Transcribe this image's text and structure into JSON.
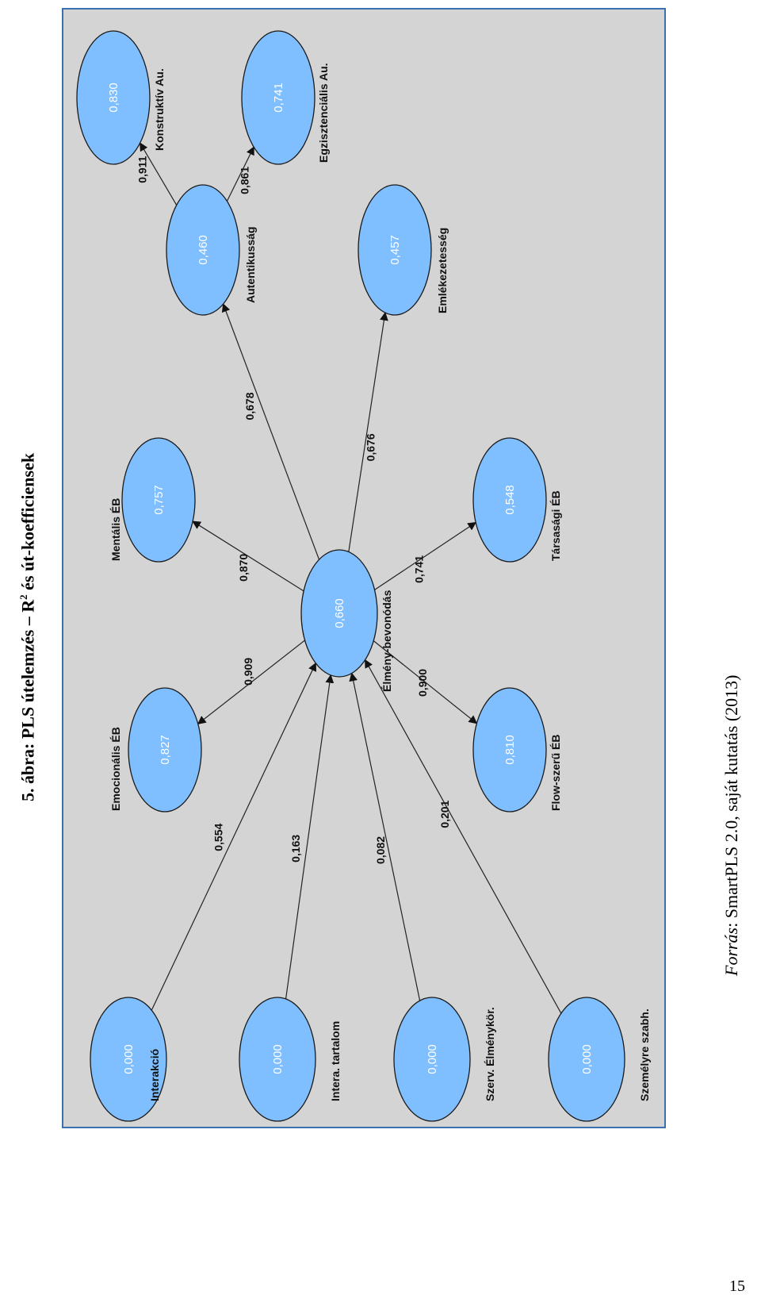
{
  "page": {
    "title_prefix": "5. ábra: PLS útelemzés – R",
    "title_sup": "2",
    "title_suffix": " és út-koefficiensek",
    "source_label": "Forrás",
    "source_text": ": SmartPLS 2.0, saját kutatás (2013)",
    "page_number": "15"
  },
  "colors": {
    "node_fill": "#80bfff",
    "canvas_bg": "#d4d4d4",
    "canvas_border": "#3a6fb0"
  },
  "nodes": [
    {
      "id": "interakcio",
      "label": "Interakció",
      "r2": "0,000"
    },
    {
      "id": "intera-tartalom",
      "label": "Intera. tartalom",
      "r2": "0,000"
    },
    {
      "id": "szerv-elmenykor",
      "label": "Szerv. Élménykör.",
      "r2": "0,000"
    },
    {
      "id": "szemelyre-szabh",
      "label": "Személyre szabh.",
      "r2": "0,000"
    },
    {
      "id": "elmeny-bevonodas",
      "label": "Élmény-bevonódás",
      "r2": "0,660"
    },
    {
      "id": "emocionalis-eb",
      "label": "Emocionális ÉB",
      "r2": "0,827"
    },
    {
      "id": "mentalis-eb",
      "label": "Mentális ÉB",
      "r2": "0,757"
    },
    {
      "id": "flow-szeru-eb",
      "label": "Flow-szerű ÉB",
      "r2": "0,810"
    },
    {
      "id": "tarsasagi-eb",
      "label": "Társasági ÉB",
      "r2": "0,548"
    },
    {
      "id": "autentikussag",
      "label": "Autentikusság",
      "r2": "0,460"
    },
    {
      "id": "emlekezetesseg",
      "label": "Emlékezetesség",
      "r2": "0,457"
    },
    {
      "id": "konstruktiv-au",
      "label": "Konstruktív Au.",
      "r2": "0,830"
    },
    {
      "id": "egzisztencialis-au",
      "label": "Egzisztenciális Au.",
      "r2": "0,741"
    }
  ],
  "paths": [
    {
      "from": "interakcio",
      "to": "elmeny-bevonodas",
      "coef": "0,554"
    },
    {
      "from": "intera-tartalom",
      "to": "elmeny-bevonodas",
      "coef": "0,163"
    },
    {
      "from": "szerv-elmenykor",
      "to": "elmeny-bevonodas",
      "coef": "0,082"
    },
    {
      "from": "szemelyre-szabh",
      "to": "elmeny-bevonodas",
      "coef": "0,201"
    },
    {
      "from": "elmeny-bevonodas",
      "to": "emocionalis-eb",
      "coef": "0,909"
    },
    {
      "from": "elmeny-bevonodas",
      "to": "mentalis-eb",
      "coef": "0,870"
    },
    {
      "from": "elmeny-bevonodas",
      "to": "flow-szeru-eb",
      "coef": "0,900"
    },
    {
      "from": "elmeny-bevonodas",
      "to": "tarsasagi-eb",
      "coef": "0,741"
    },
    {
      "from": "elmeny-bevonodas",
      "to": "autentikussag",
      "coef": "0,678"
    },
    {
      "from": "elmeny-bevonodas",
      "to": "emlekezetesseg",
      "coef": "0,676"
    },
    {
      "from": "autentikussag",
      "to": "konstruktiv-au",
      "coef": "0,911"
    },
    {
      "from": "autentikussag",
      "to": "egzisztencialis-au",
      "coef": "0,861"
    }
  ]
}
